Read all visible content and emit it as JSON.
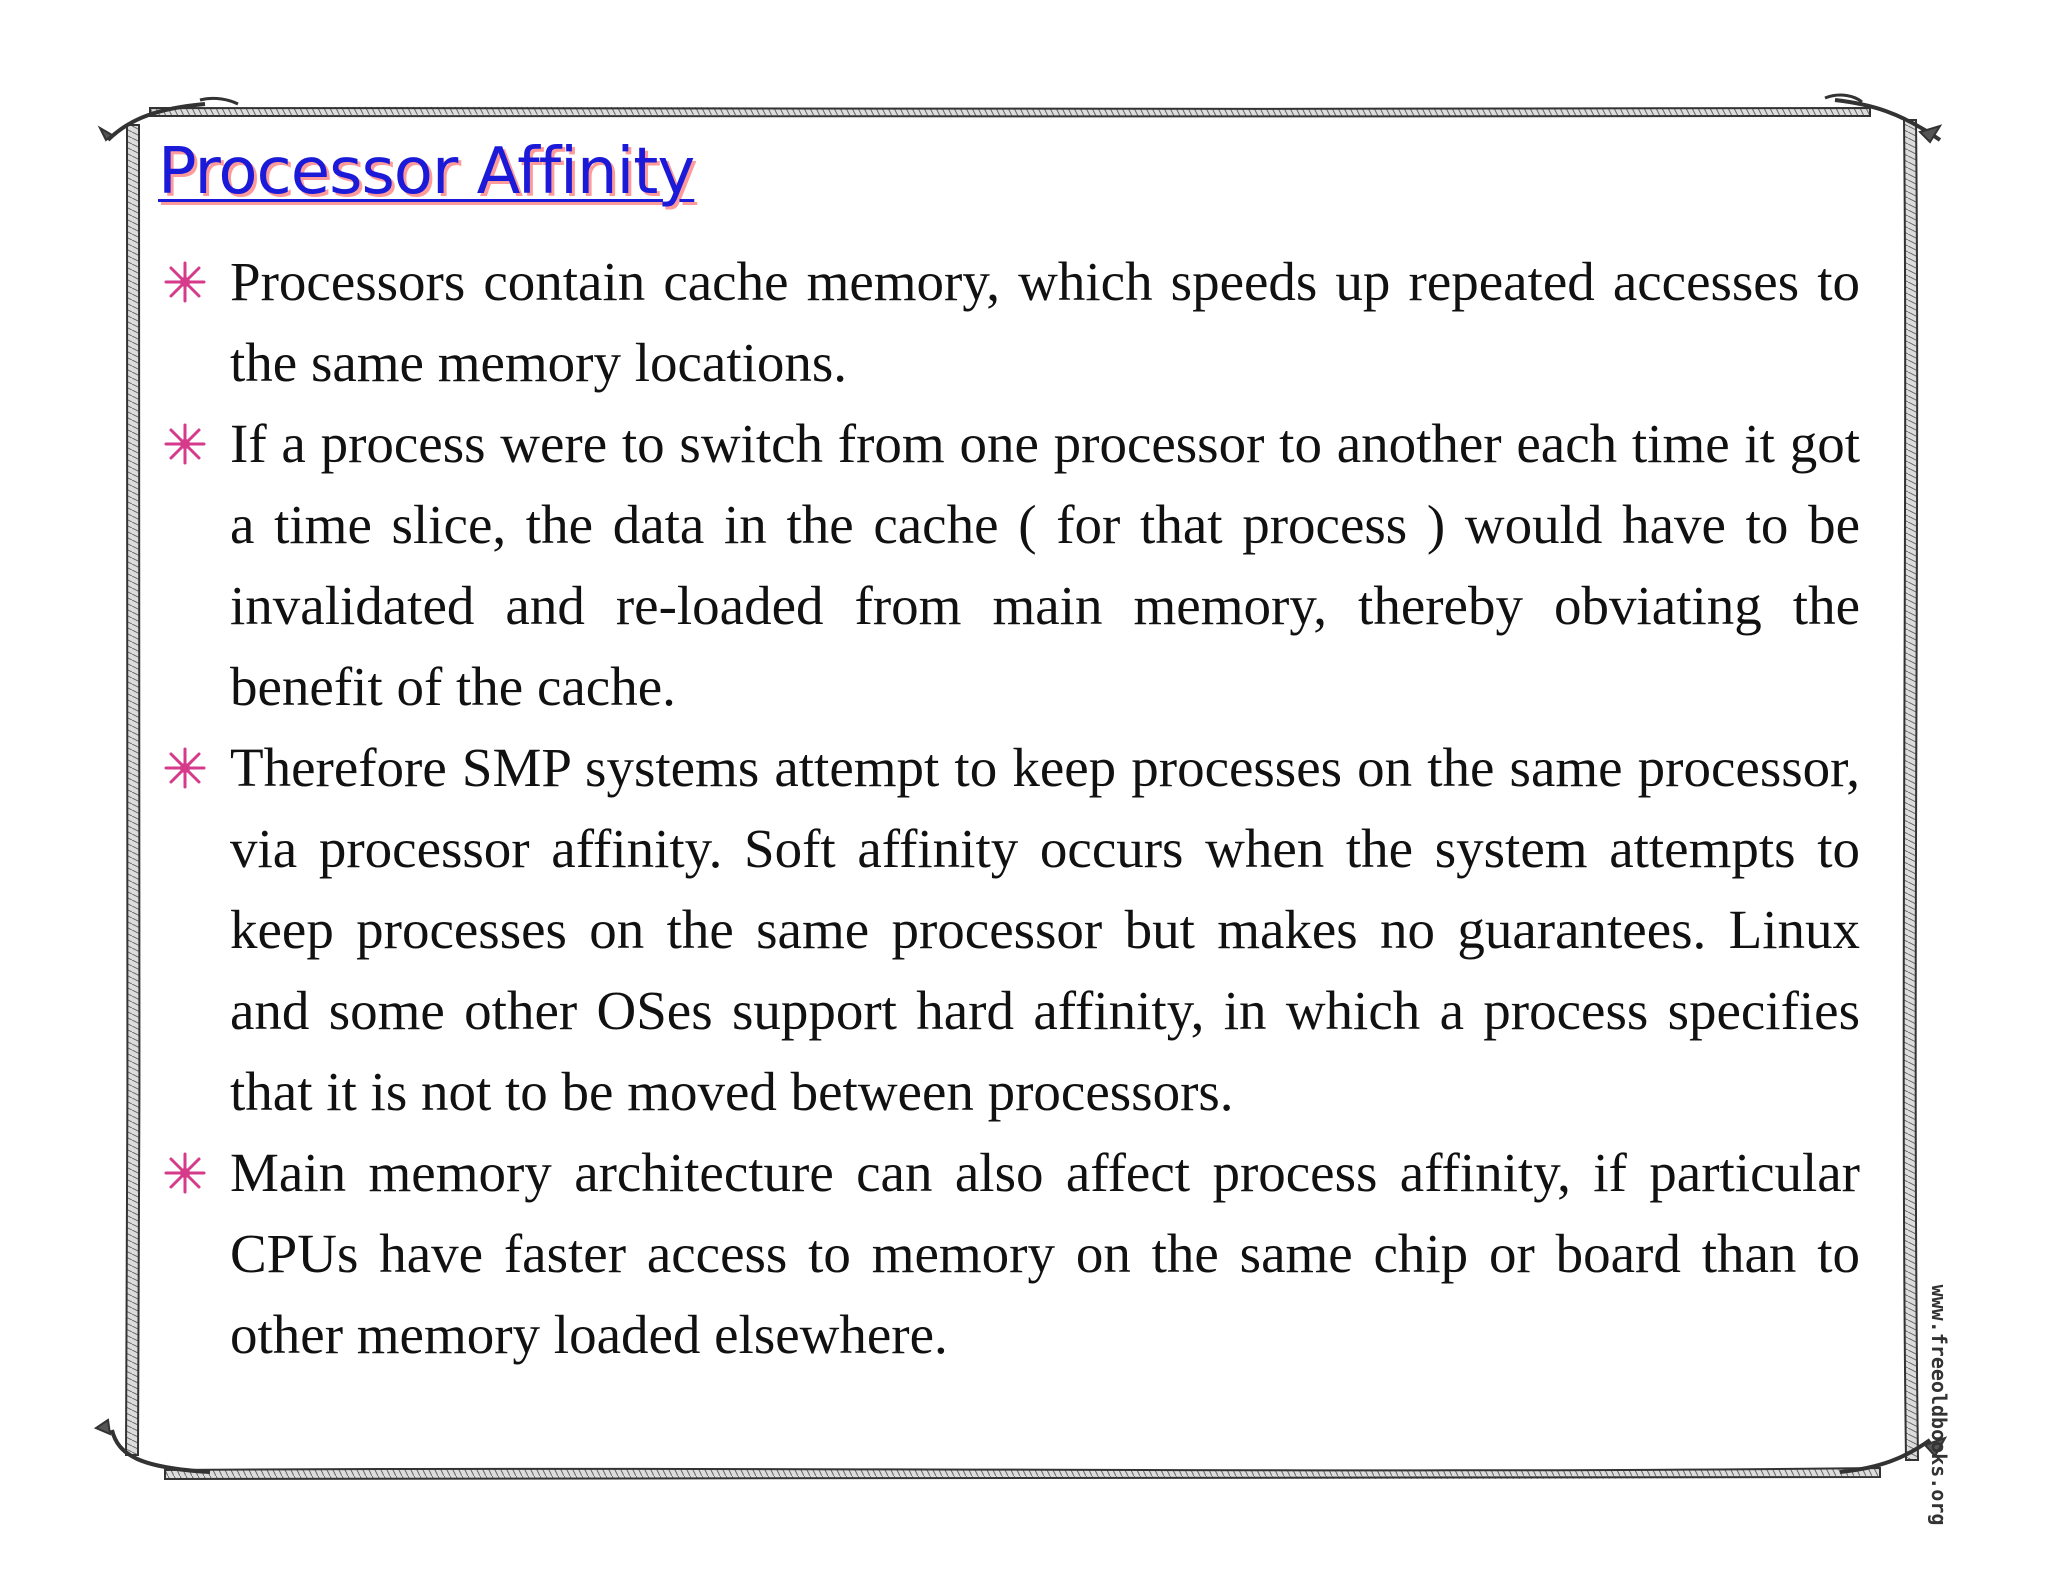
{
  "slide": {
    "title": "Processor Affinity",
    "bullet_icon": "pink-snowflake-icon",
    "bullets": [
      "Processors contain cache memory, which speeds up repeated accesses to the same memory locations.",
      "If a process were to switch from one processor to another each time it got a time slice, the data in the cache ( for that process ) would have to be invalidated and re-loaded from main memory, thereby obviating the benefit of the cache.",
      "Therefore SMP systems attempt to keep processes on the same processor, via processor affinity. Soft affinity occurs when the system attempts to keep processes on the same processor but makes no guarantees. Linux and some other OSes support hard affinity, in which a process specifies that it is not to be moved between processors.",
      "Main memory architecture can also affect process affinity, if particular CPUs have faster access to memory on the same chip or board than to other memory loaded elsewhere."
    ]
  },
  "watermark": "www.freeoldbooks.org",
  "colors": {
    "title": "#1a1ad8",
    "title_shadow": "#ff9a9a",
    "bullet_icon": "#d63a8a",
    "body_text": "#111111",
    "frame": "#555555"
  }
}
